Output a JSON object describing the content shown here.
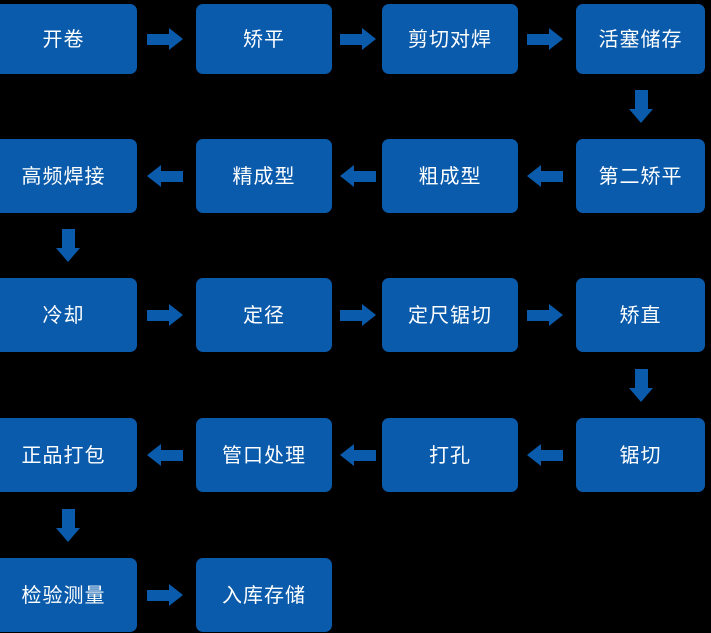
{
  "diagram": {
    "title": "steel-pipe-production-process-flowchart",
    "background_color": "#000000",
    "node_color": "#0A5BAB",
    "node_text_color": "#FFFFFF",
    "arrow_color": "#0A5BAB",
    "flow_direction": "serpentine",
    "nodes": [
      {
        "id": "n1",
        "label": "开卷",
        "row": 1,
        "col": 1
      },
      {
        "id": "n2",
        "label": "矫平",
        "row": 1,
        "col": 2
      },
      {
        "id": "n3",
        "label": "剪切对焊",
        "row": 1,
        "col": 3
      },
      {
        "id": "n4",
        "label": "活塞储存",
        "row": 1,
        "col": 4
      },
      {
        "id": "n5",
        "label": "第二矫平",
        "row": 2,
        "col": 4
      },
      {
        "id": "n6",
        "label": "粗成型",
        "row": 2,
        "col": 3
      },
      {
        "id": "n7",
        "label": "精成型",
        "row": 2,
        "col": 2
      },
      {
        "id": "n8",
        "label": "高频焊接",
        "row": 2,
        "col": 1
      },
      {
        "id": "n9",
        "label": "冷却",
        "row": 3,
        "col": 1
      },
      {
        "id": "n10",
        "label": "定径",
        "row": 3,
        "col": 2
      },
      {
        "id": "n11",
        "label": "定尺锯切",
        "row": 3,
        "col": 3
      },
      {
        "id": "n12",
        "label": "矫直",
        "row": 3,
        "col": 4
      },
      {
        "id": "n13",
        "label": "锯切",
        "row": 4,
        "col": 4
      },
      {
        "id": "n14",
        "label": "打孔",
        "row": 4,
        "col": 3
      },
      {
        "id": "n15",
        "label": "管口处理",
        "row": 4,
        "col": 2
      },
      {
        "id": "n16",
        "label": "正品打包",
        "row": 4,
        "col": 1
      },
      {
        "id": "n17",
        "label": "检验测量",
        "row": 5,
        "col": 1
      },
      {
        "id": "n18",
        "label": "入库存储",
        "row": 5,
        "col": 2
      }
    ],
    "connectors": [
      {
        "id": "c1",
        "from": "开卷",
        "to": "矫平",
        "direction": "right"
      },
      {
        "id": "c2",
        "from": "矫平",
        "to": "剪切对焊",
        "direction": "right"
      },
      {
        "id": "c3",
        "from": "剪切对焊",
        "to": "活塞储存",
        "direction": "right"
      },
      {
        "id": "c4",
        "from": "活塞储存",
        "to": "第二矫平",
        "direction": "down"
      },
      {
        "id": "c5",
        "from": "第二矫平",
        "to": "粗成型",
        "direction": "left"
      },
      {
        "id": "c6",
        "from": "粗成型",
        "to": "精成型",
        "direction": "left"
      },
      {
        "id": "c7",
        "from": "精成型",
        "to": "高频焊接",
        "direction": "left"
      },
      {
        "id": "c8",
        "from": "高频焊接",
        "to": "冷却",
        "direction": "down"
      },
      {
        "id": "c9",
        "from": "冷却",
        "to": "定径",
        "direction": "right"
      },
      {
        "id": "c10",
        "from": "定径",
        "to": "定尺锯切",
        "direction": "right"
      },
      {
        "id": "c11",
        "from": "定尺锯切",
        "to": "矫直",
        "direction": "right"
      },
      {
        "id": "c12",
        "from": "矫直",
        "to": "锯切",
        "direction": "down"
      },
      {
        "id": "c13",
        "from": "锯切",
        "to": "打孔",
        "direction": "left"
      },
      {
        "id": "c14",
        "from": "打孔",
        "to": "管口处理",
        "direction": "left"
      },
      {
        "id": "c15",
        "from": "管口处理",
        "to": "正品打包",
        "direction": "left"
      },
      {
        "id": "c16",
        "from": "正品打包",
        "to": "检验测量",
        "direction": "down"
      },
      {
        "id": "c17",
        "from": "检验测量",
        "to": "入库存储",
        "direction": "right"
      }
    ]
  }
}
